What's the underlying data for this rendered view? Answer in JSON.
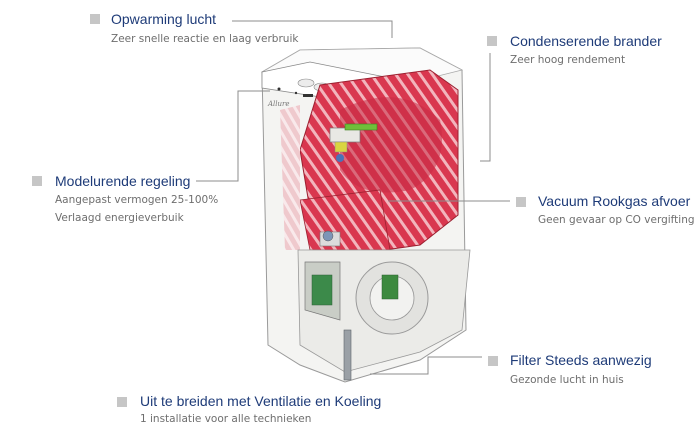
{
  "diagram": {
    "subject": "Cutaway of condensing air furnace",
    "brand_label_on_unit": "Allure",
    "colors": {
      "heading": "#1e3b78",
      "subtext": "#6e6e6e",
      "bullet": "#c6c6c6",
      "leader_line": "#8c8c8c",
      "heat_exchanger": "#d83a55"
    },
    "callouts": [
      {
        "id": "opwarming",
        "title": "Opwarming lucht",
        "lines": [
          "Zeer snelle reactie en laag verbruik"
        ]
      },
      {
        "id": "condenserende",
        "title": "Condenserende brander",
        "lines": [
          "Zeer hoog rendement"
        ]
      },
      {
        "id": "modelurende",
        "title": "Modelurende regeling",
        "lines": [
          "Aangepast vermogen 25-100%",
          "Verlaagd energieverbuik"
        ]
      },
      {
        "id": "vacuum",
        "title": "Vacuum Rookgas afvoer",
        "lines": [
          "Geen gevaar op CO vergifting"
        ]
      },
      {
        "id": "filter",
        "title": "Filter Steeds aanwezig",
        "lines": [
          "Gezonde lucht in huis"
        ]
      },
      {
        "id": "uitbreiden",
        "title": "Uit te breiden met Ventilatie en Koeling",
        "lines": [
          "1 installatie voor alle technieken"
        ]
      }
    ]
  }
}
